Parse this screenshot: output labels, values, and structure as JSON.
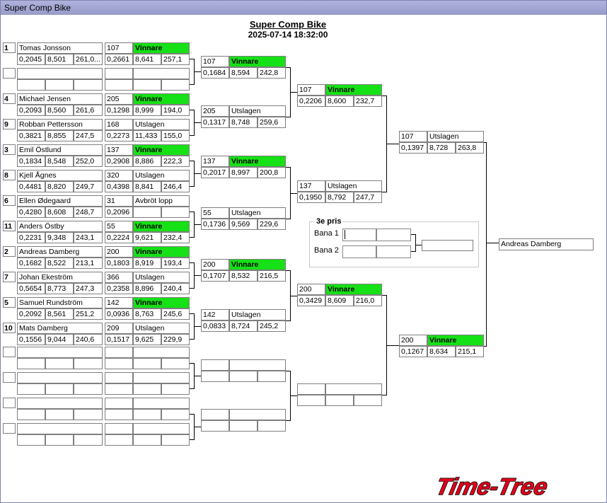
{
  "window": {
    "title": "Super Comp Bike"
  },
  "header": {
    "title": "Super Comp Bike",
    "date": "2025-07-14 18:32:00"
  },
  "third_place": {
    "title": "3e pris",
    "lane1": "Bana 1",
    "lane2": "Bana 2"
  },
  "winner": "Andreas Damberg",
  "logo": "Time-Tree",
  "round1": [
    {
      "seed": "1",
      "name": "Tomas Jonsson",
      "rt": "0,2045",
      "et": "8,501",
      "speed": "261,0..."
    },
    {
      "seed": "",
      "name": "",
      "rt": "",
      "et": "",
      "speed": ""
    },
    {
      "seed": "4",
      "name": "Michael Jensen",
      "rt": "0,2093",
      "et": "8,560",
      "speed": "261,6"
    },
    {
      "seed": "9",
      "name": "Robban Pettersson",
      "rt": "0,3821",
      "et": "8,855",
      "speed": "247,5"
    },
    {
      "seed": "3",
      "name": "Emil Östlund",
      "rt": "0,1834",
      "et": "8,548",
      "speed": "252,0"
    },
    {
      "seed": "8",
      "name": "Kjell Ågnes",
      "rt": "0,4481",
      "et": "8,820",
      "speed": "249,7"
    },
    {
      "seed": "6",
      "name": "Ellen Ødegaard",
      "rt": "0,4280",
      "et": "8,608",
      "speed": "248,7"
    },
    {
      "seed": "11",
      "name": "Anders Östby",
      "rt": "0,2231",
      "et": "9,348",
      "speed": "243,1"
    },
    {
      "seed": "2",
      "name": "Andreas Damberg",
      "rt": "0,1682",
      "et": "8,522",
      "speed": "213,1"
    },
    {
      "seed": "7",
      "name": "Johan Ekeström",
      "rt": "0,5654",
      "et": "8,773",
      "speed": "247,3"
    },
    {
      "seed": "5",
      "name": "Samuel Rundström",
      "rt": "0,2092",
      "et": "8,561",
      "speed": "251,2"
    },
    {
      "seed": "10",
      "name": "Mats Damberg",
      "rt": "0,1556",
      "et": "9,044",
      "speed": "240,6"
    },
    {
      "seed": "",
      "name": "",
      "rt": "",
      "et": "",
      "speed": ""
    },
    {
      "seed": "",
      "name": "",
      "rt": "",
      "et": "",
      "speed": ""
    },
    {
      "seed": "",
      "name": "",
      "rt": "",
      "et": "",
      "speed": ""
    },
    {
      "seed": "",
      "name": "",
      "rt": "",
      "et": "",
      "speed": ""
    }
  ],
  "round1_results": [
    {
      "num": "107",
      "status": "Vinnare",
      "win": true,
      "rt": "0,2661",
      "et": "8,641",
      "speed": "257,1"
    },
    {
      "num": "",
      "status": "",
      "win": false,
      "rt": "",
      "et": "",
      "speed": ""
    },
    {
      "num": "205",
      "status": "Vinnare",
      "win": true,
      "rt": "0,1298",
      "et": "8,999",
      "speed": "194,0"
    },
    {
      "num": "168",
      "status": "Utslagen",
      "win": false,
      "rt": "0,2273",
      "et": "11,433",
      "speed": "155,0"
    },
    {
      "num": "137",
      "status": "Vinnare",
      "win": true,
      "rt": "0,2908",
      "et": "8,886",
      "speed": "222,3"
    },
    {
      "num": "320",
      "status": "Utslagen",
      "win": false,
      "rt": "0,4398",
      "et": "8,841",
      "speed": "246,4"
    },
    {
      "num": "31",
      "status": "Avbröt lopp",
      "win": false,
      "rt": "0,2096",
      "et": "",
      "speed": ""
    },
    {
      "num": "55",
      "status": "Vinnare",
      "win": true,
      "rt": "0,2224",
      "et": "9,621",
      "speed": "232,4"
    },
    {
      "num": "200",
      "status": "Vinnare",
      "win": true,
      "rt": "0,1803",
      "et": "8,919",
      "speed": "193,4"
    },
    {
      "num": "366",
      "status": "Utslagen",
      "win": false,
      "rt": "0,2358",
      "et": "8,896",
      "speed": "240,4"
    },
    {
      "num": "142",
      "status": "Vinnare",
      "win": true,
      "rt": "0,0936",
      "et": "8,763",
      "speed": "245,6"
    },
    {
      "num": "209",
      "status": "Utslagen",
      "win": false,
      "rt": "0,1517",
      "et": "9,625",
      "speed": "229,9"
    },
    {
      "num": "",
      "status": "",
      "win": false,
      "rt": "",
      "et": "",
      "speed": ""
    },
    {
      "num": "",
      "status": "",
      "win": false,
      "rt": "",
      "et": "",
      "speed": ""
    },
    {
      "num": "",
      "status": "",
      "win": false,
      "rt": "",
      "et": "",
      "speed": ""
    },
    {
      "num": "",
      "status": "",
      "win": false,
      "rt": "",
      "et": "",
      "speed": ""
    }
  ],
  "round2": [
    {
      "num": "107",
      "status": "Vinnare",
      "win": true,
      "rt": "0,1684",
      "et": "8,594",
      "speed": "242,8"
    },
    {
      "num": "205",
      "status": "Utslagen",
      "win": false,
      "rt": "0,1317",
      "et": "8,748",
      "speed": "259,6"
    },
    {
      "num": "137",
      "status": "Vinnare",
      "win": true,
      "rt": "0,2017",
      "et": "8,997",
      "speed": "200,8"
    },
    {
      "num": "55",
      "status": "Utslagen",
      "win": false,
      "rt": "0,1736",
      "et": "9,569",
      "speed": "229,6"
    },
    {
      "num": "200",
      "status": "Vinnare",
      "win": true,
      "rt": "0,1707",
      "et": "8,532",
      "speed": "216,5"
    },
    {
      "num": "142",
      "status": "Utslagen",
      "win": false,
      "rt": "0,0833",
      "et": "8,724",
      "speed": "245,2"
    },
    {
      "num": "",
      "status": "",
      "win": false,
      "rt": "",
      "et": "",
      "speed": ""
    },
    {
      "num": "",
      "status": "",
      "win": false,
      "rt": "",
      "et": "",
      "speed": ""
    }
  ],
  "round3": [
    {
      "num": "107",
      "status": "Vinnare",
      "win": true,
      "rt": "0,2206",
      "et": "8,600",
      "speed": "232,7"
    },
    {
      "num": "137",
      "status": "Utslagen",
      "win": false,
      "rt": "0,1950",
      "et": "8,792",
      "speed": "247,7"
    },
    {
      "num": "200",
      "status": "Vinnare",
      "win": true,
      "rt": "0,3429",
      "et": "8,609",
      "speed": "216,0"
    },
    {
      "num": "",
      "status": "",
      "win": false,
      "rt": "",
      "et": "",
      "speed": ""
    }
  ],
  "round4": [
    {
      "num": "107",
      "status": "Utslagen",
      "win": false,
      "rt": "0,1397",
      "et": "8,728",
      "speed": "263,8"
    },
    {
      "num": "200",
      "status": "Vinnare",
      "win": true,
      "rt": "0,1267",
      "et": "8,634",
      "speed": "215,1"
    }
  ]
}
